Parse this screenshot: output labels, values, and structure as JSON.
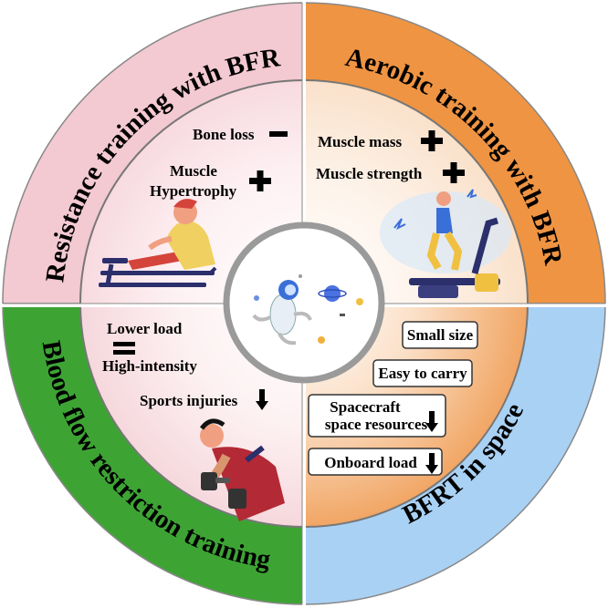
{
  "quadrants": {
    "top_left": {
      "label": "Resistance training with BFR",
      "color": "#f3c9d2"
    },
    "top_right": {
      "label": "Aerobic training with BFR",
      "color": "#ef9442"
    },
    "bottom_left": {
      "label": "Blood flow restriction training",
      "color": "#3da434"
    },
    "bottom_right": {
      "label": "BFRT in space",
      "color": "#a9d1f4"
    }
  },
  "inner": {
    "top_left": {
      "bone_loss": "Bone loss",
      "bone_loss_sign": "minus",
      "muscle": "Muscle",
      "hypertrophy": "Hypertrophy",
      "hypertrophy_sign": "plus"
    },
    "top_right": {
      "muscle_mass": "Muscle mass",
      "muscle_mass_sign": "plus",
      "muscle_strength": "Muscle strength",
      "muscle_strength_sign": "plus"
    },
    "bottom_left": {
      "lower_load": "Lower load",
      "equals_sign": "equals",
      "high_intensity": "High-intensity",
      "sports_injuries": "Sports injuries",
      "sports_injuries_sign": "down-arrow"
    },
    "bottom_right": {
      "small_size": "Small size",
      "easy_to_carry": "Easy to carry",
      "spacecraft_1": "Spacecraft",
      "spacecraft_2": "space resources",
      "spacecraft_sign": "down-arrow",
      "onboard_load": "Onboard load",
      "onboard_load_sign": "down-arrow"
    }
  },
  "icons": {
    "center": "astronaut-space-icon",
    "top_left": "rowing-machine-person-icon",
    "top_right": "treadmill-runner-icon",
    "bottom_left": "dumbbell-lifter-icon"
  }
}
